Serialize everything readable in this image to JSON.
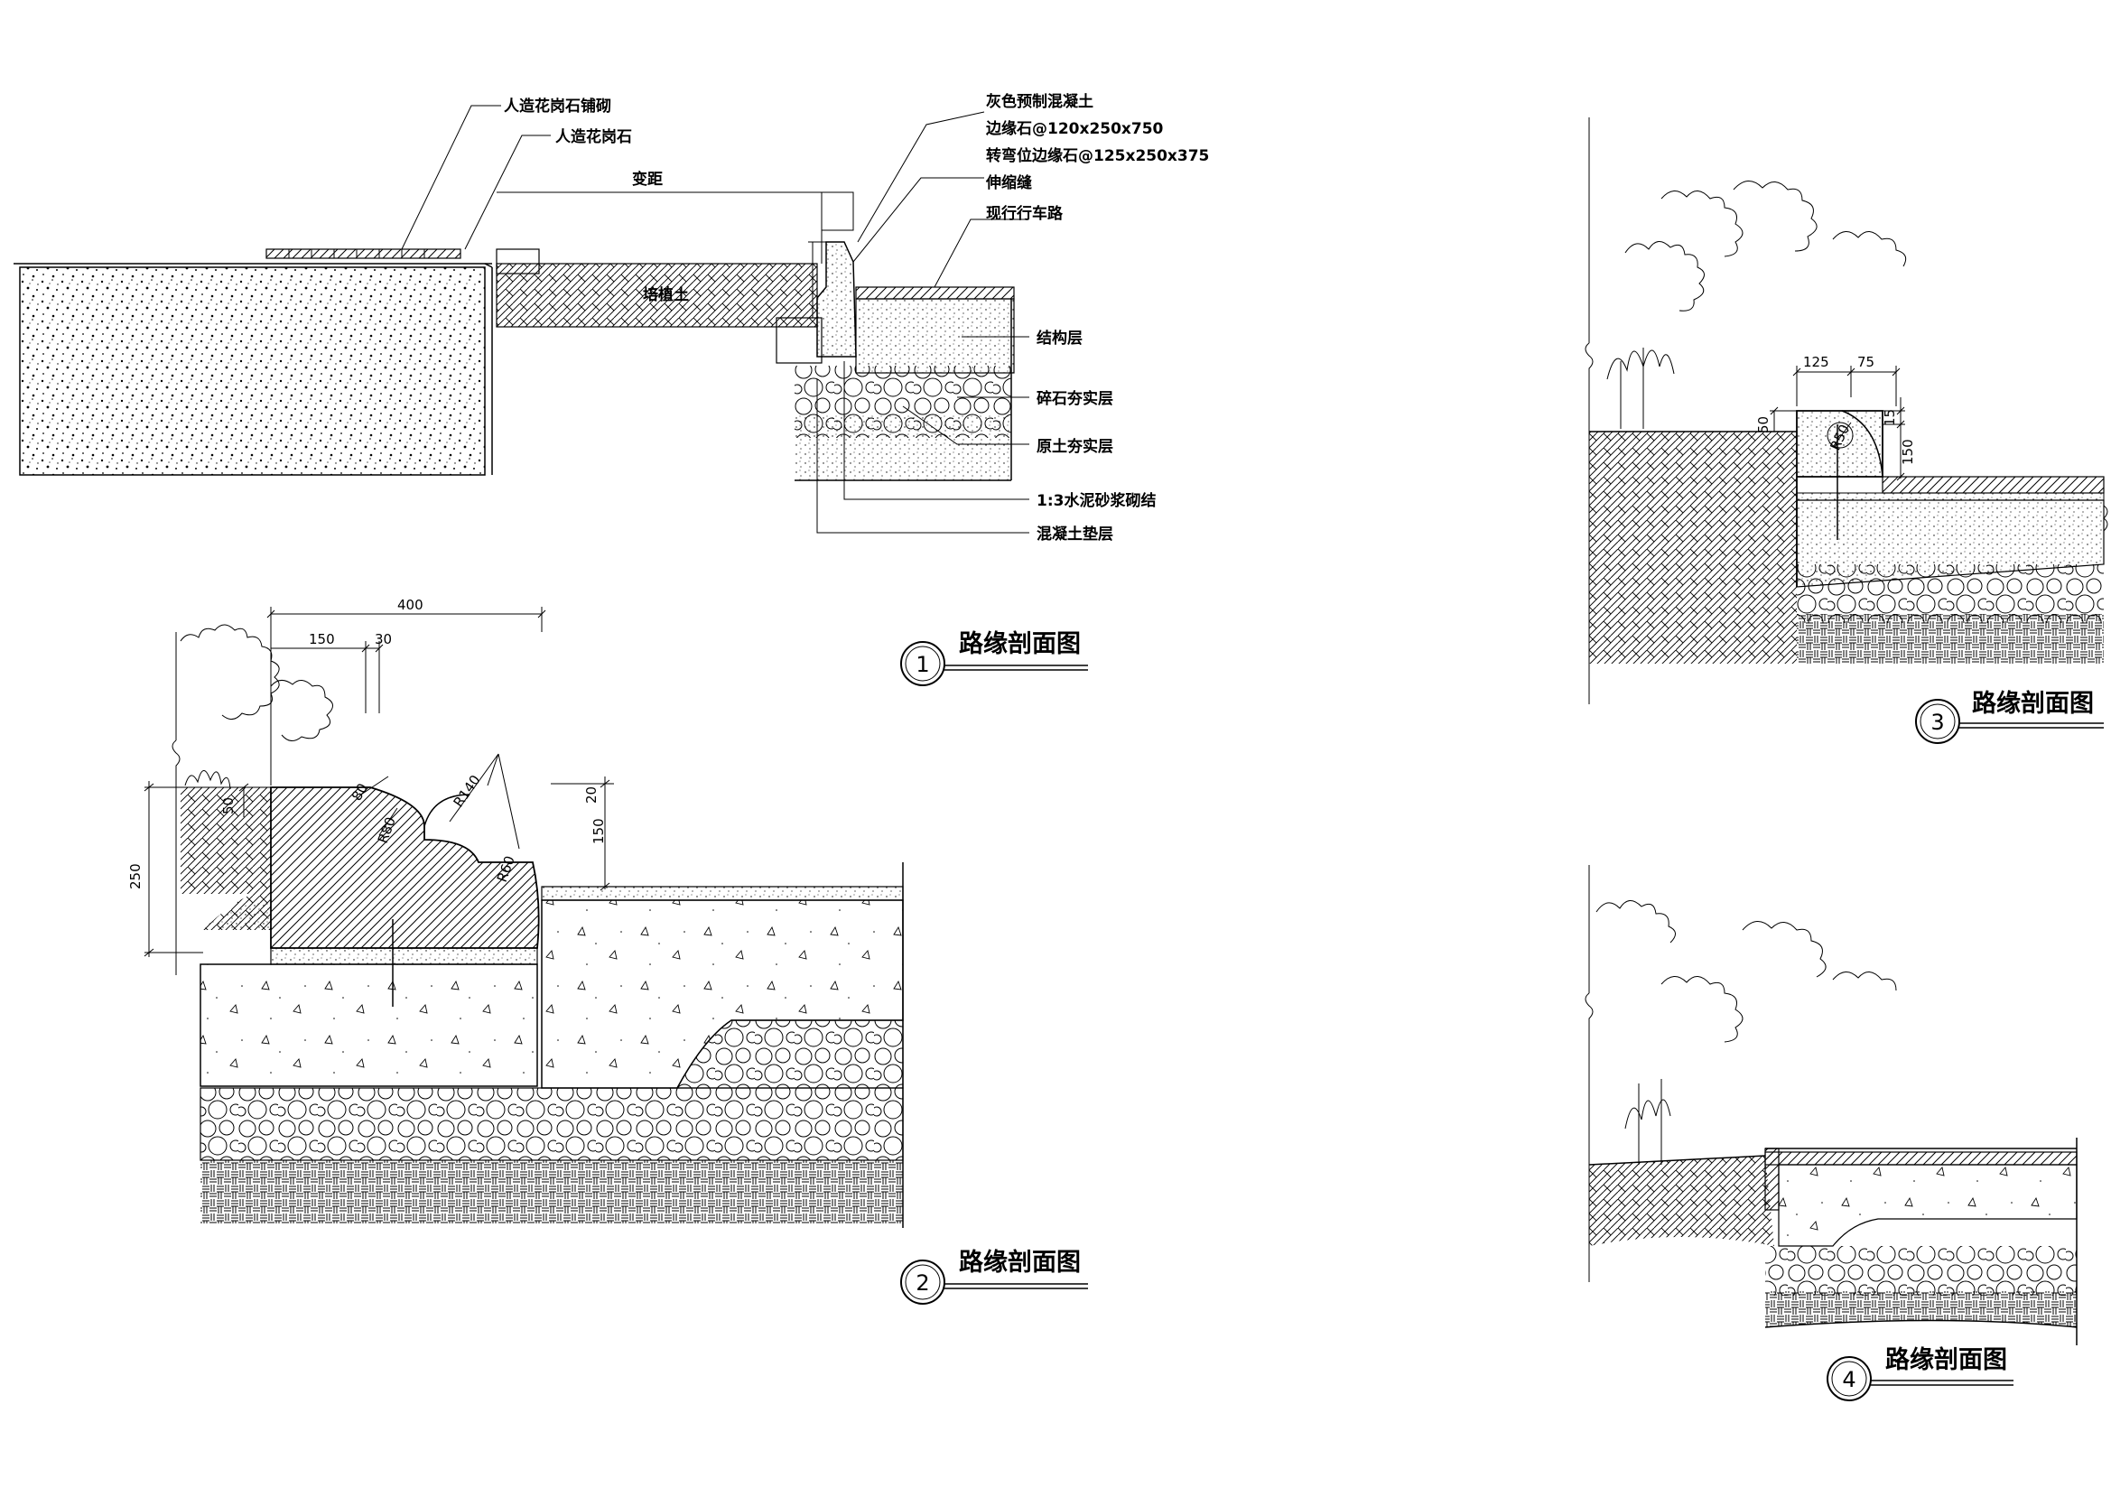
{
  "drawing": {
    "background": "#ffffff",
    "line_color": "#000000"
  },
  "section1": {
    "title": "路缘剖面图",
    "number": "1",
    "labels": {
      "artificial_granite_paving": "人造花岗石铺砌",
      "artificial_granite": "人造花岗石",
      "variable_distance": "变距",
      "planting_soil": "培植土",
      "precast_concrete": "灰色预制混凝土",
      "curb_spec": "边缘石@120x250x750",
      "corner_curb_spec": "转弯位边缘石@125x250x375",
      "expansion_joint": "伸缩缝",
      "existing_road": "现行行车路",
      "structural_layer": "结构层",
      "gravel_layer": "碎石夯实层",
      "soil_layer": "原土夯实层",
      "mortar": "1:3水泥砂浆砌结",
      "concrete_base": "混凝土垫层"
    }
  },
  "section2": {
    "title": "路缘剖面图",
    "number": "2",
    "dims": {
      "d400": "400",
      "d150": "150",
      "d30": "30",
      "d250": "250",
      "d50": "50",
      "d20": "20",
      "d150b": "150",
      "r80a": "80",
      "r80b": "R80",
      "r140": "R140",
      "r60": "R60"
    }
  },
  "section3": {
    "title": "路缘剖面图",
    "number": "3",
    "dims": {
      "d125": "125",
      "d75": "75",
      "d15": "15",
      "d150": "150",
      "d50": "50",
      "r50": "R50"
    }
  },
  "section4": {
    "title": "路缘剖面图",
    "number": "4"
  }
}
